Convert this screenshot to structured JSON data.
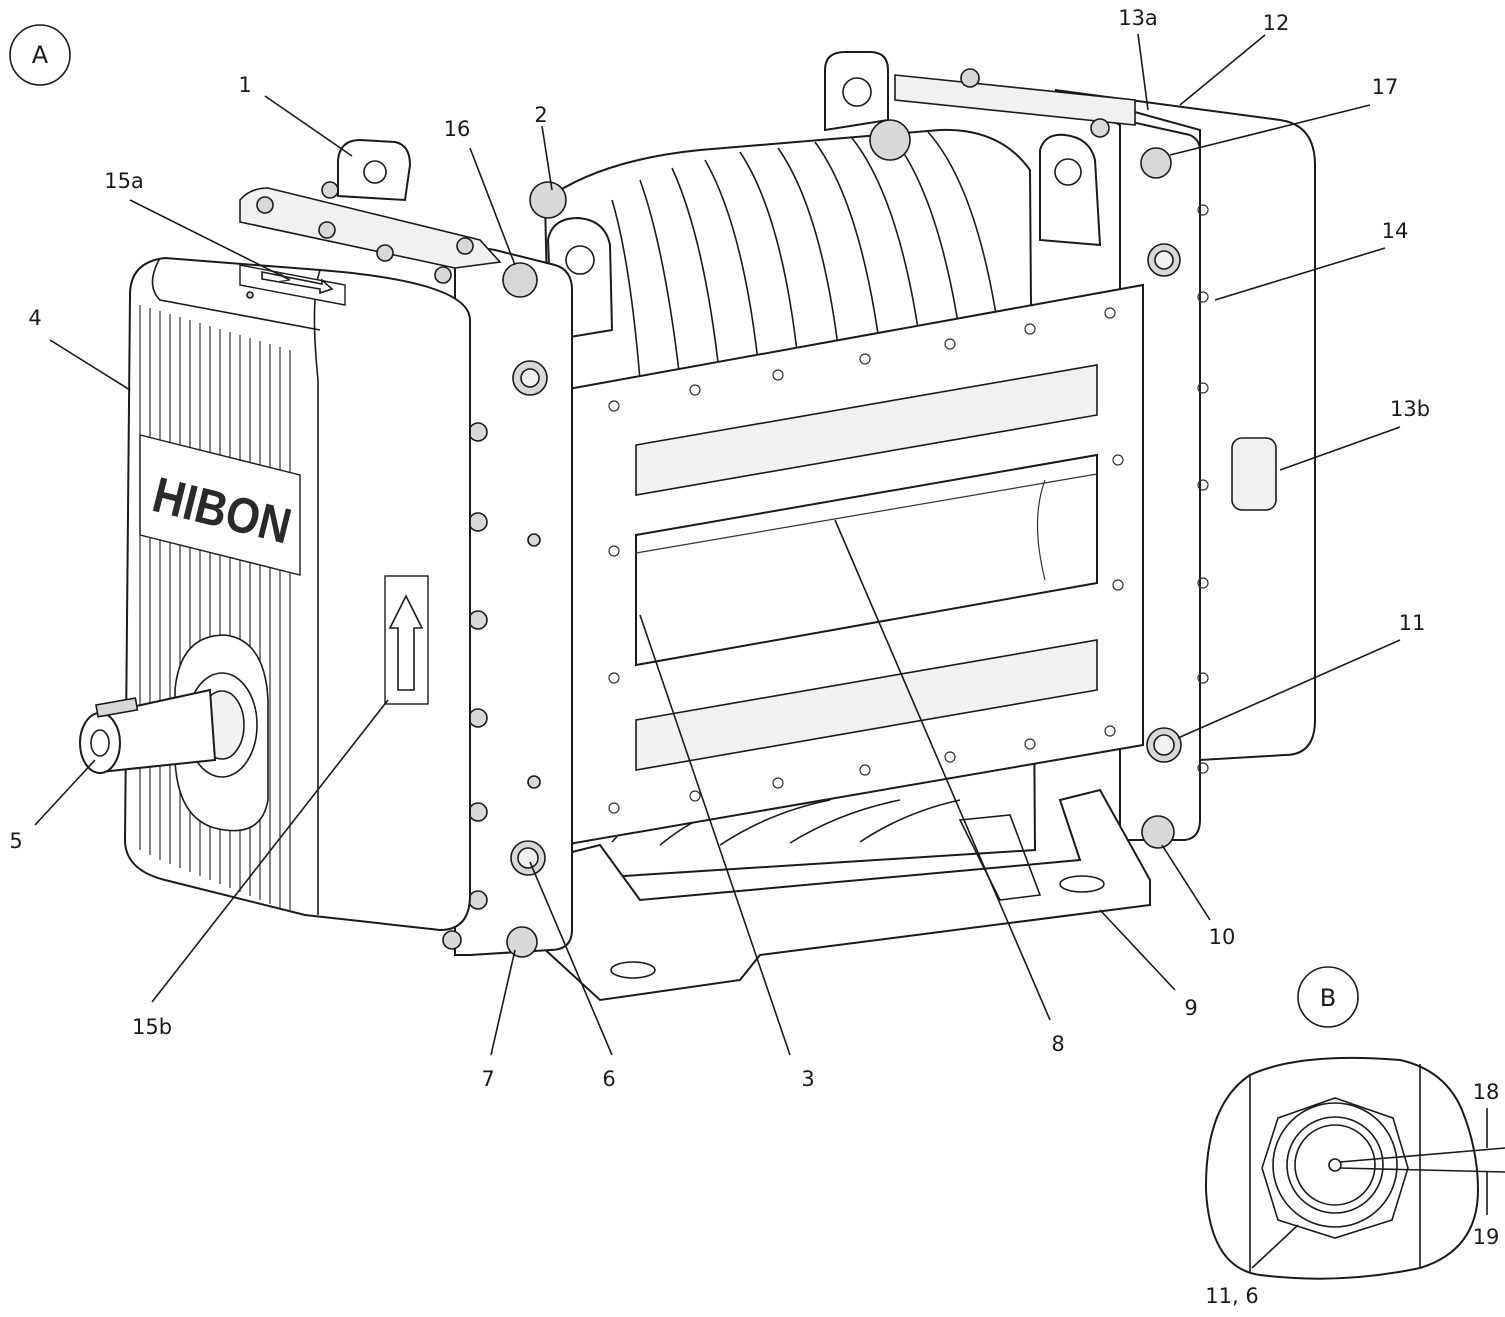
{
  "views": {
    "a": "A",
    "b": "B"
  },
  "brand": "HIBON",
  "callouts": {
    "c1": "1",
    "c2": "2",
    "c3": "3",
    "c4": "4",
    "c5": "5",
    "c6": "6",
    "c7": "7",
    "c8": "8",
    "c9": "9",
    "c10": "10",
    "c11": "11",
    "c12": "12",
    "c13a": "13a",
    "c13b": "13b",
    "c14": "14",
    "c15a": "15a",
    "c15b": "15b",
    "c16": "16",
    "c17": "17",
    "c18": "18",
    "c19": "19",
    "c11_6": "11, 6"
  }
}
